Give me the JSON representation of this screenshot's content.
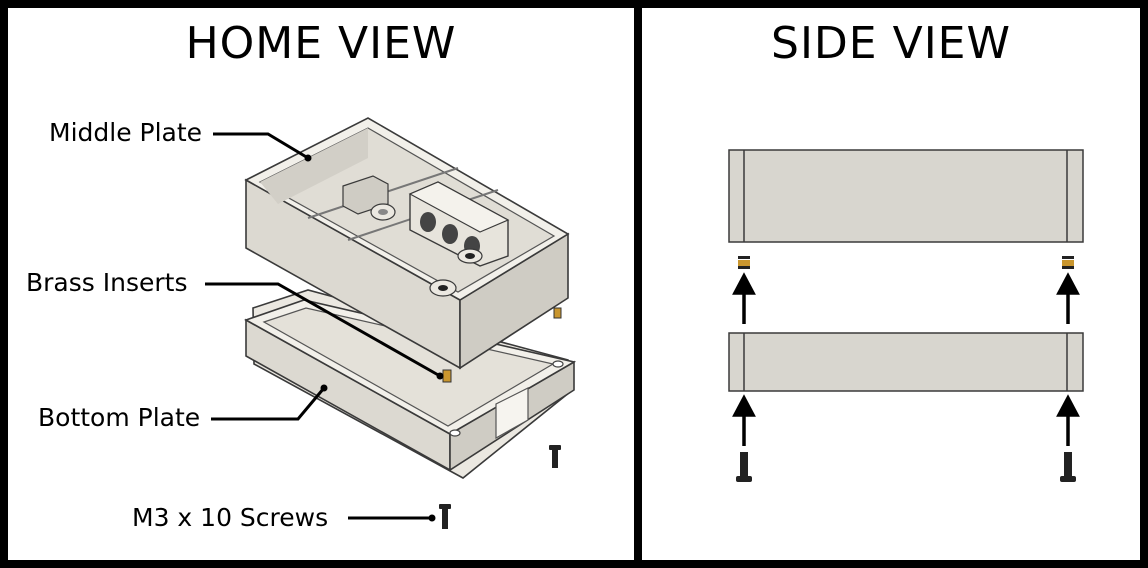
{
  "home_view": {
    "title": "HOME VIEW",
    "labels": {
      "middle_plate": "Middle Plate",
      "brass_inserts": "Brass Inserts",
      "bottom_plate": "Bottom Plate",
      "screws": "M3 x 10 Screws"
    }
  },
  "side_view": {
    "title": "SIDE VIEW"
  },
  "colors": {
    "background": "#ffffff",
    "frame": "#000000",
    "plate_fill": "#d8d6cf",
    "plate_shadow": "#e7e4dc",
    "plate_stroke": "#3a3a3a",
    "brass": "#c9962e",
    "arrow": "#000000"
  }
}
